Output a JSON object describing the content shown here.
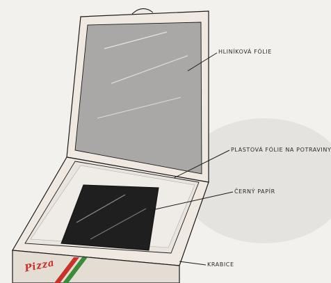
{
  "labels": {
    "foil": "HLINÍKOVÁ FÓLIE",
    "wrap": "PLASTOVÁ FÓLIE NA POTRAVINY",
    "paper": "ČERNÝ PAPÍR",
    "box": "KRABICE"
  },
  "box_print": "Pizza",
  "colors": {
    "box": "#efe9e2",
    "box_side": "#e4ddd3",
    "foil": "#a9a8a6",
    "black_paper": "#1f1f1f",
    "stripe_red": "#c8322b",
    "stripe_green": "#3a8c3a",
    "ink": "#1a1a1a"
  }
}
